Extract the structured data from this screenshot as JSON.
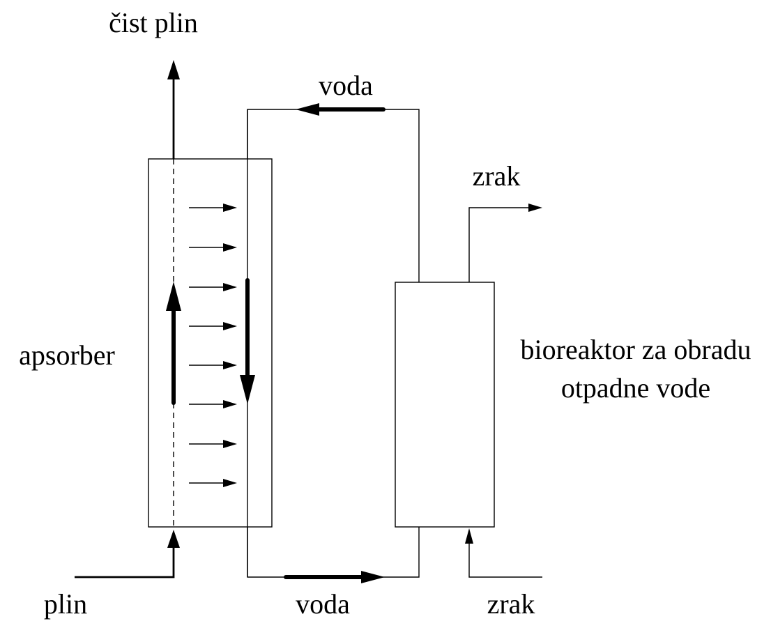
{
  "labels": {
    "clean_gas": "čist plin",
    "water_top": "voda",
    "air_out": "zrak",
    "absorber": "apsorber",
    "bioreactor_line1": "bioreaktor za obradu",
    "bioreactor_line2": "otpadne vode",
    "gas_in": "plin",
    "water_bottom": "voda",
    "air_in": "zrak"
  },
  "colors": {
    "stroke": "#000000",
    "background": "#ffffff"
  }
}
